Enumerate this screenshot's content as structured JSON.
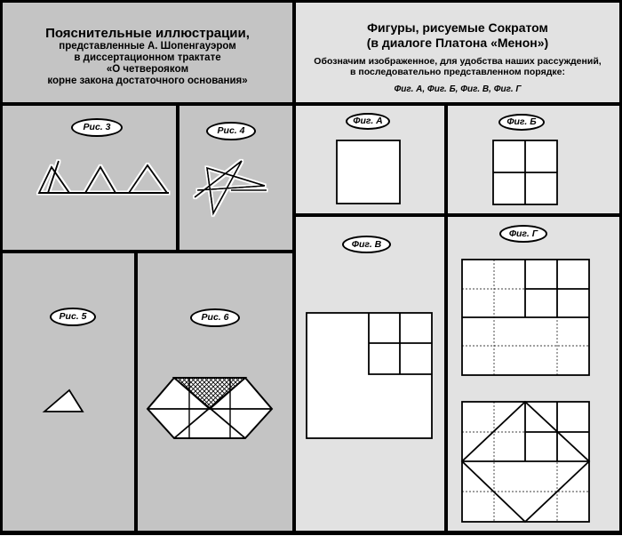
{
  "left_header": {
    "title": "Пояснительные иллюстрации,",
    "line2": "представленные А. Шопенгауэром",
    "line3": "в диссертационном трактате",
    "line4": "«О четвероякoм",
    "line5": "корне закона достаточного основания»"
  },
  "right_header": {
    "title1": "Фигуры, рисуемые Сократом",
    "title2": "(в диалоге Платона «Менон»)",
    "note1": "Обозначим  изображенное, для удобства наших рассуждений,",
    "note2": "в последовательно представленном порядке:",
    "list": "Фиг. А, Фиг. Б, Фиг. В, Фиг. Г"
  },
  "labels": {
    "ris3": "Рис. 3",
    "ris4": "Рис. 4",
    "ris5": "Рис. 5",
    "ris6": "Рис. 6",
    "figA": "Фиг. А",
    "figB": "Фиг. Б",
    "figV": "Фиг. В",
    "figG": "Фиг. Г"
  },
  "colors": {
    "dark_panel": "#c4c4c4",
    "light_panel": "#e2e2e2",
    "line": "#000000"
  }
}
